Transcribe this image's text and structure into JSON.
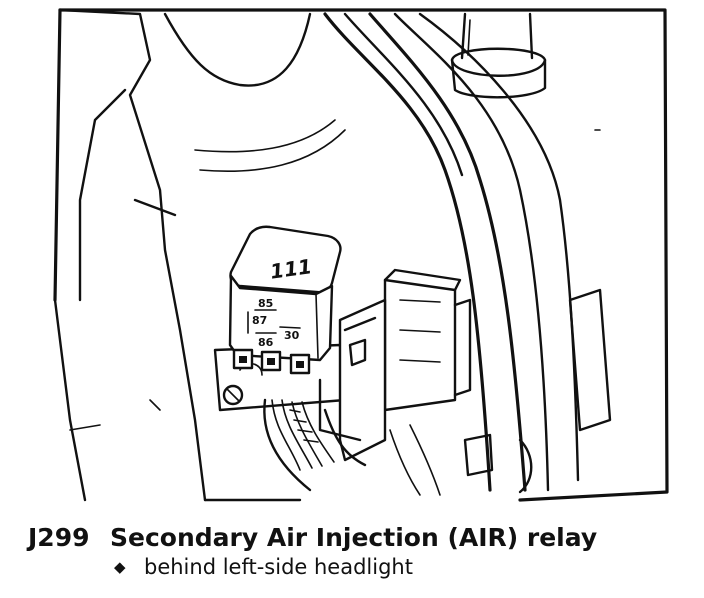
{
  "relay": {
    "top_label": "111",
    "terminals": {
      "t85": "85",
      "t87": "87",
      "t86": "86",
      "t30": "30"
    }
  },
  "caption": {
    "code": "J299",
    "title": "Secondary Air Injection (AIR) relay",
    "location": "behind left-side headlight",
    "bullet_icon": "diamond-bullet-icon"
  }
}
